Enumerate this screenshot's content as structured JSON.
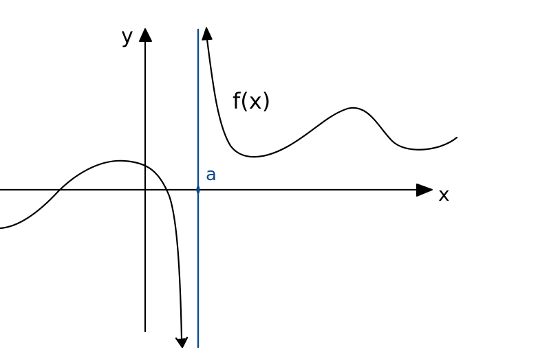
{
  "labels": {
    "y_axis": "y",
    "x_axis": "x",
    "function": "f(x)",
    "asymptote": "a"
  },
  "colors": {
    "ink": "#000000",
    "asymptote": "#0b4a8f",
    "background": "#ffffff"
  }
}
